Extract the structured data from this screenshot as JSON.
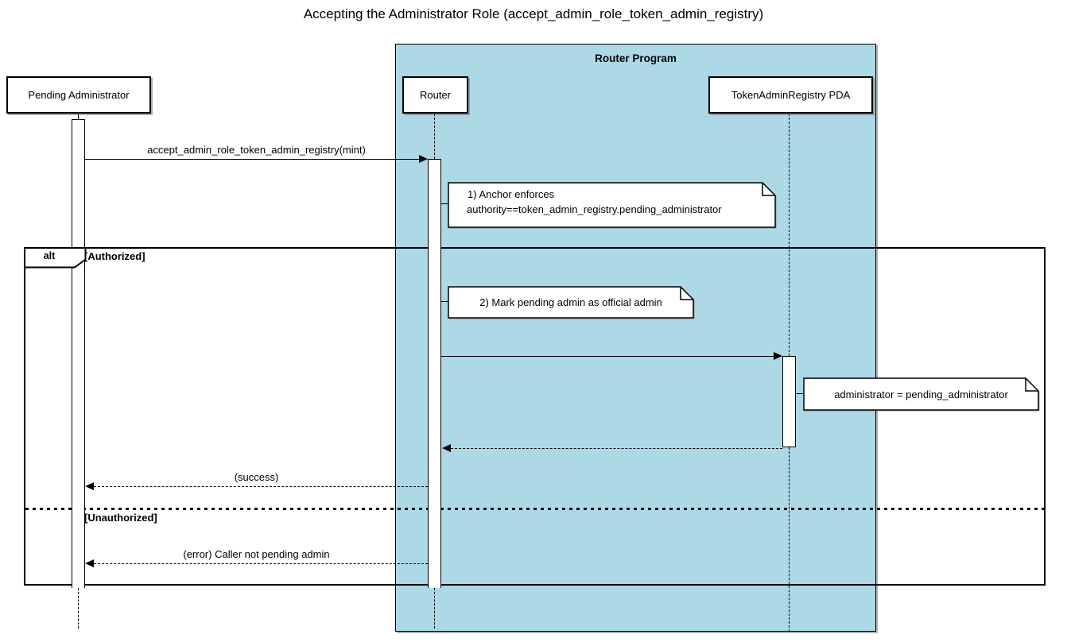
{
  "title": "Accepting the Administrator Role (accept_admin_role_token_admin_registry)",
  "colors": {
    "container_fill": "#ADD8E6",
    "box_fill": "#FFFFFF",
    "line": "#000000"
  },
  "container": {
    "label": "Router Program"
  },
  "participants": [
    {
      "label": "Pending Administrator"
    },
    {
      "label": "Router"
    },
    {
      "label": "TokenAdminRegistry PDA"
    }
  ],
  "messages": [
    {
      "from": "Pending Administrator",
      "to": "Router",
      "label": "accept_admin_role_token_admin_registry(mint)",
      "style": "solid"
    },
    {
      "from": "Router",
      "to": "TokenAdminRegistry PDA",
      "label": "",
      "style": "solid"
    },
    {
      "from": "TokenAdminRegistry PDA",
      "to": "Router",
      "label": "",
      "style": "dashed"
    },
    {
      "from": "Router",
      "to": "Pending Administrator",
      "label": "(success)",
      "style": "dashed"
    },
    {
      "from": "Router",
      "to": "Pending Administrator",
      "label": "(error) Caller not pending admin",
      "style": "dashed"
    }
  ],
  "notes": [
    {
      "lines": [
        "1) Anchor enforces",
        "authority==token_admin_registry.pending_administrator"
      ],
      "attached_to": "Router"
    },
    {
      "lines": [
        "2) Mark pending admin as official admin"
      ],
      "attached_to": "Router"
    },
    {
      "lines": [
        "administrator = pending_administrator"
      ],
      "attached_to": "TokenAdminRegistry PDA"
    }
  ],
  "alt": {
    "operator": "alt",
    "sections": [
      {
        "guard": "[Authorized]"
      },
      {
        "guard": "[Unauthorized]"
      }
    ]
  }
}
